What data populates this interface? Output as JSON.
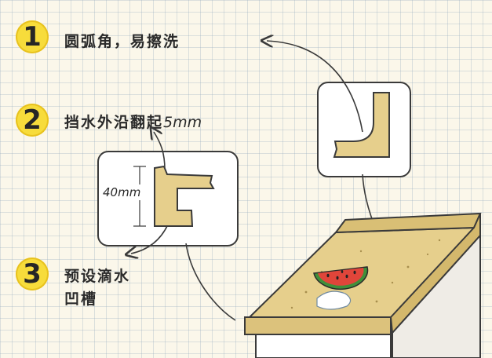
{
  "callouts": [
    {
      "number": "1",
      "text": "圆弧角，易擦洗"
    },
    {
      "number": "2",
      "text": "挡水外沿翻起",
      "suffix": "5mm"
    },
    {
      "number": "3",
      "text_line1": "预设滴水",
      "text_line2": "凹槽"
    }
  ],
  "dimension_label": "40mm",
  "colors": {
    "badge": "#f7dc3b",
    "stone": "#e6cf8c",
    "outline": "#3a3a3a",
    "watermelon_flesh": "#e0453a",
    "watermelon_rind": "#3f8f3a"
  }
}
